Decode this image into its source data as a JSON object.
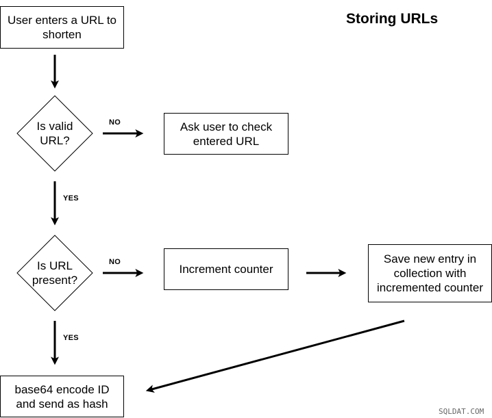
{
  "title": "Storing URLs",
  "nodes": {
    "start": "User enters a URL to shorten",
    "valid_check": "Is valid URL?",
    "ask_user": "Ask user to check entered URL",
    "present_check": "Is URL present?",
    "increment": "Increment counter",
    "save_entry": "Save new entry in collection with incremented counter",
    "encode": "base64 encode ID and send as hash"
  },
  "edges": {
    "valid_no": "NO",
    "valid_yes": "YES",
    "present_no": "NO",
    "present_yes": "YES"
  },
  "watermark": "SQLDAT.COM",
  "colors": {
    "stroke": "#000000",
    "background": "#ffffff"
  }
}
